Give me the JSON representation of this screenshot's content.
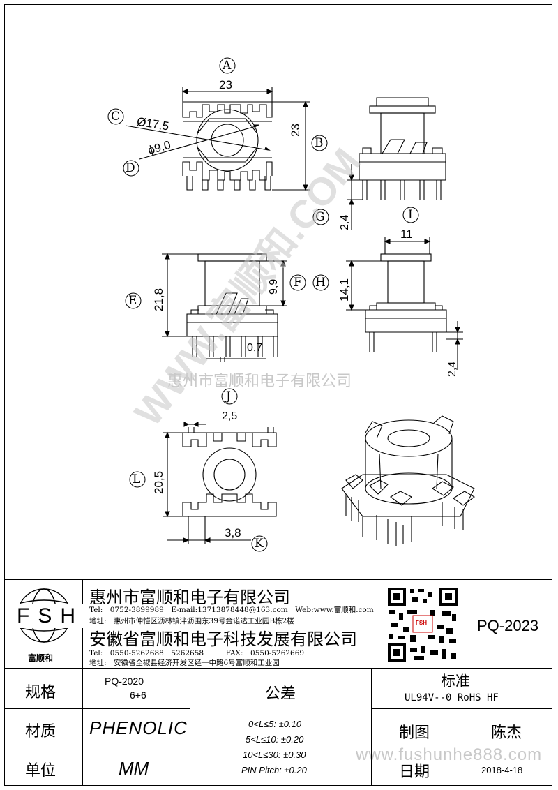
{
  "drawing": {
    "labels": {
      "A": "A",
      "B": "B",
      "C": "C",
      "D": "D",
      "E": "E",
      "F": "F",
      "G": "G",
      "H": "H",
      "I": "I",
      "J": "J",
      "K": "K",
      "L": "L"
    },
    "dims": {
      "top_width": "23",
      "top_height": "23",
      "outer_dia": "Ø17,5",
      "inner_dia": "ϕ9.0",
      "pin_len_g": "2,4",
      "side_pin_width": "11",
      "side_height": "14,1",
      "side_pin_len": "2,4",
      "front_height": "21,8",
      "winding_height": "9,9",
      "pin_gap": "0,7",
      "bottom_pitch": "2,5",
      "bottom_height": "20,5",
      "bottom_span": "3,8"
    }
  },
  "watermark": {
    "center_text": "惠州市富顺和电子有限公司",
    "diagonal_text": "WWW.富顺和.COM",
    "bottom_text": "www.fushunhe888.com"
  },
  "company": {
    "logo_text": "FSH",
    "logo_cn": "富顺和",
    "name1": "惠州市富顺和电子有限公司",
    "tel1": "Tel:　0752-3899989　E-mail:13713878448@163.com　Web:www.富顺和.com",
    "addr1": "地址:　惠州市仲恺区沥林镇泮沥围东39号金诺达工业园B栋2楼",
    "name2": "安徽省富顺和电子科技发展有限公司",
    "tel2": "Tel:　0550-5262688　5262658　　　FAX:　0550-5262669",
    "addr2": "地址:　安徽省全椒县经济开发区经一中路6号富顺和工业园",
    "qr_text": "FSH",
    "part_no": "PQ-2023"
  },
  "table": {
    "spec_label": "规格",
    "spec_value1": "PQ-2020",
    "spec_value2": "6+6",
    "material_label": "材质",
    "material_value": "PHENOLIC",
    "unit_label": "单位",
    "unit_value": "MM",
    "tolerance_label": "公差",
    "tolerances": [
      "0<L≤5: ±0.10",
      "5<L≤10: ±0.20",
      "10<L≤30: ±0.30",
      "PIN Pitch: ±0.20"
    ],
    "standard_label": "标准",
    "standard_value": "UL94V--0  RoHS HF",
    "drawn_label": "制图",
    "drawn_value": "陈杰",
    "date_label": "日期",
    "date_value": "2018-4-18"
  }
}
